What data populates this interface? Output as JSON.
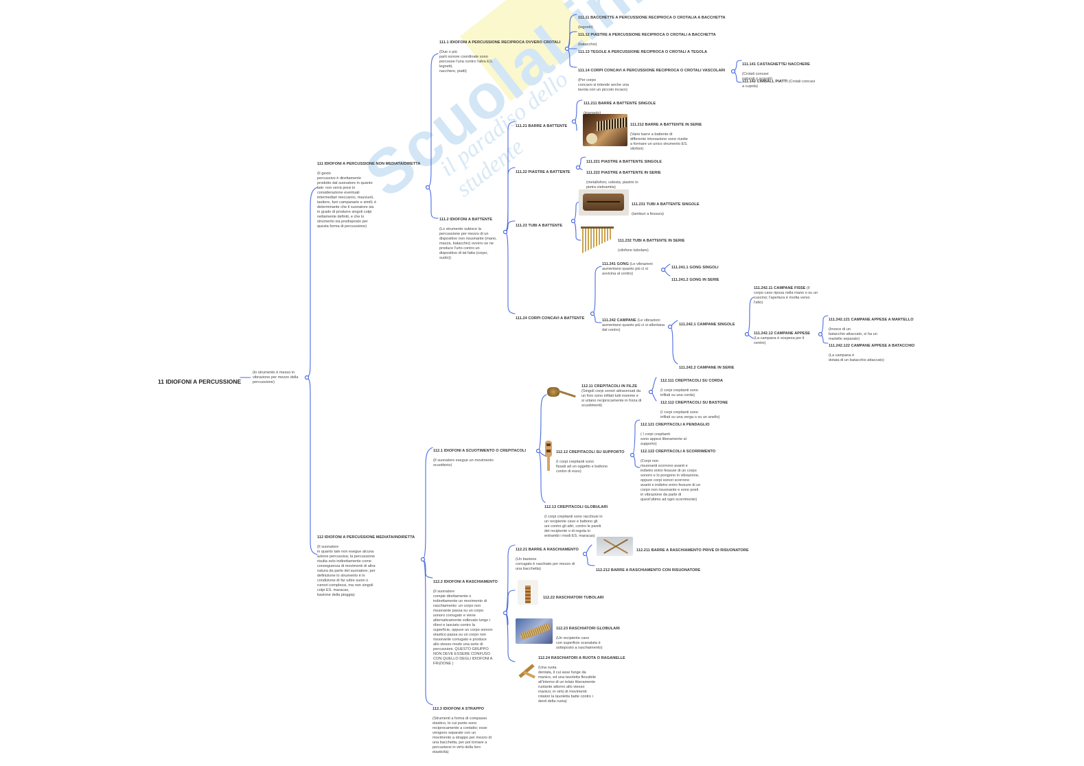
{
  "watermark": {
    "brand": "ScuolaLink.net",
    "tagline": "il paradiso dello studente"
  },
  "colors": {
    "link": "#4a6ae0",
    "text": "#222222",
    "watermark_blue": "#cfe2f4",
    "watermark_yellow": "#fbf7c9"
  },
  "root": {
    "title": "11 IDIOFONI A PERCUSSIONE",
    "note": "(lo strumento è messo in vibrazione per mezzo della percussione)"
  },
  "nodes": {
    "n111": {
      "title": "111 IDIOFONI A PERCUSSIONE NON MEDIATA/DIRETTA",
      "desc": "(Il gesto\npercussivo è direttamente\nprodotto dal suonatore in quanto\ntale: non verrà presi in\nconsiderazione eventuali\nintermediari meccanici, mazzuoli,\ntastiere, funi campanarie e simili; è\ndeterminante che il suonatore sia\nin grado di produrre singoli colpi\nnettamente definiti, e che lo\nstrumento sia predisposto per\nquesta forma di percussione)"
    },
    "n1111": {
      "title": "111.1 IDIOFONI A PERCUSSIONE RECIPROCA OVVERO CROTALI",
      "desc": "(Due o più\nparti sonore coordinate sono\npercosse l'una contro l'altra ES.\nlegnetti,\nnacchere, piatti)"
    },
    "n11111": {
      "title": "111.11 BACCHETTE A PERCUSSIONE RECIPROCA O CROTALIA A BACCHETTA",
      "desc": "(legnetti)"
    },
    "n11112": {
      "title": "111.12 PIASTRE A PERCUSSIONE RECIPROCA O CROTALI A BACCHETTA",
      "desc": "(batacchio)"
    },
    "n11113": {
      "title": "111.13 TEGOLE A PERCUSSIONE RECIPROCA O CROTALI A TEGOLA",
      "desc": ""
    },
    "n11114": {
      "title": "111.14 CORPI CONCAVI A PERCUSSIONE RECIPROCA O CROTALI VASCOLARI",
      "desc": "(Per corpo\nconcavo si intende anche una\ntavola con un piccolo incavo)"
    },
    "n111141": {
      "title": "111.141 CASTAGNETTE/ NACCHERE",
      "desc": "(Crotali concavi\nnaturali o scavati)"
    },
    "n111142": {
      "title": "111.142 CIMBALI, PIATTI",
      "desc": "(Crotali\nconcavi a cupola)"
    },
    "n1112": {
      "title": "111.2 IDIOFONI A BATTENTE",
      "desc": "(Lo strumento subisce la\npercussione per mezzo di un\ndispositivo non risuonante (mano,\nmazza, batacchio) ovvero se ne\nproduce l'urto contro un\ndispositivo di tal fatta (corpo,\nsuolo))"
    },
    "n11121": {
      "title": "111.21 BARRE A BATTENTE",
      "desc": ""
    },
    "n111211": {
      "title": "111.211 BARRE A BATTENTE SINGOLE",
      "desc": "(triangolo)"
    },
    "n111212": {
      "title": "111.212 BARRE A BATTENTE IN SERIE",
      "desc": "(Varie barre a battente di\ndifferente intonazione sono riunite\na formare un unico strumento ES.\nxilofoni)"
    },
    "n11122": {
      "title": "111.22 PIASTRE A BATTENTE",
      "desc": ""
    },
    "n111221": {
      "title": "111.221 PIASTRE A BATTENTE SINGOLE",
      "desc": ""
    },
    "n111222": {
      "title": "111.222 PIASTRE A BATTENTE IN SERIE",
      "desc": "(metallofoni, celesta, piastre in\npietra vietnamita)"
    },
    "n11123": {
      "title": "111.23 TUBI A BATTENTE",
      "desc": ""
    },
    "n111231": {
      "title": "111.231 TUBI A BATTENTE SINGOLE",
      "desc": "(tamburi a fessura)"
    },
    "n111232": {
      "title": "111.232 TUBI A BATTENTE IN SERIE",
      "desc": "(xilofono tubolare)"
    },
    "n11124": {
      "title": "111.24 CORPI CONCAVI A BATTENTE",
      "desc": ""
    },
    "n111241": {
      "title": "111.241 GONG",
      "desc": " (Le vibrazioni\naumentano quanto più ci si\navvicina al centro)"
    },
    "n1112411": {
      "title": "111.241.1 GONG SINGOLI",
      "desc": ""
    },
    "n1112412": {
      "title": "111.241.2 GONG IN SERIE",
      "desc": ""
    },
    "n111242": {
      "title": "111.242 CAMPANE",
      "desc": " (Le vibrazioni\naumentano quanto più ci si\nallontana dal centro)"
    },
    "n1112421": {
      "title": "111.242.1 CAMPANE SINGOLE",
      "desc": ""
    },
    "n11124211": {
      "title": "111.242.11 CAMPANE FISSE",
      "desc": " (Il\ncorpo cavo riposa nella mano o su\nun cuscino; l'apertura è rivolta\nverso l'alto)"
    },
    "n11124212": {
      "title": "111.242.12 CAMPANE APPESE",
      "desc": "\n(La campana è sospesa per il\ncentro)"
    },
    "n111242121": {
      "title": "111.242.121 CAMPANE APPESE A MARTELLO",
      "desc": "(Invece di un\nbatacchio attaccato, si ha un\nmartello separato)"
    },
    "n111242122": {
      "title": "111.242.122 CAMPANE APPESE A BATACCHIO",
      "desc": "(La campana è\ndotata di un batacchio attaccato)"
    },
    "n1112422": {
      "title": "111.242.2 CAMPANE IN SERIE",
      "desc": ""
    },
    "n112": {
      "title": "112 IDIOFONI A PERCUSSIONE MEDIATA/INDIRETTA",
      "desc": "(Il suonatore\nin quanto tale non esegue alcuna\nazione percussiva; la percussione\nrisulta solo indirettamente come\nconseguenza di movimenti di altra\nnatura da parte del suonatore; per\ndefinizione lo strumento è in\ncondizione di far udire suoni o\nrumori complessi, ma non singoli\ncolpi ES. maracas,\nbastone della pioggia)"
    },
    "n1121": {
      "title": "112.1 IDIOFONI A SCUOTIMENTO O CREPITACOLI",
      "desc": "(Il suonatore esegue un movimento\nscuotitorio)"
    },
    "n11211": {
      "title": "112.11 CREPITACOLI IN FILZE",
      "desc": "\n(Singoli corpi sonori attraversati da\nun foro sono infilati tutti insieme e\nsi urtano reciprocamente in forza di\nscuotimenti)"
    },
    "n112111": {
      "title": "112.111 CREPITACOLI SU CORDA",
      "desc": "(I corpi crepitanti sono\ninfilati su una corda)"
    },
    "n112112": {
      "title": "112.112 CREPITACOLI SU BASTONE",
      "desc": "(I corpi crepitanti sono\ninfilati su una verga o su un anello)"
    },
    "n11212": {
      "title": "112.12 CREPITACOLI SU SUPPORTO",
      "desc": "(I corpi crepitanti sono\nfissati ad un oggetto e battono\ncontro di esso)"
    },
    "n112121": {
      "title": "112.121 CREPITACOLI A PENDAGLIO",
      "desc": "( I corpi crepitanti\nsono appesi liberamente al\nsupporto)"
    },
    "n112122": {
      "title": "112.122 CREPITACOLI A SCORRIMENTO",
      "desc": "(Corpi non\nrisuonanti scorrono avanti e\nindietro entro fessure di un corpo\nsonoro e lo pongono in vibrazione,\noppure corpi sonori scorrono\navanti e indietro entro fessure di un\ncorpo non risuonante e sono posti\nin vibrazione da parte di\nquest'ultimo ad ogni scorrimento)"
    },
    "n11213": {
      "title": "112.13 CREPITACOLI GLOBULARI",
      "desc": "(I corpi crepitanti sono racchiusi in\nun recipiente cavo e battono gli\nuni contro gli altri, contro le pareti\ndel recipiente o di regola in\nentrambi i modi ES. maracas)"
    },
    "n1122": {
      "title": "112.2 IDIOFONI A RASCHIAMENTO",
      "desc": "(Il suonatore\ncompie direttamente o\nindirettamente un movimento di\nraschiamento: un corpo non\nrisuonante passa su un corpo\nsonoro corrugato e viene\nalternativamente sollevato lungo i\nrilievi e lasciato contro la\nsuperficie, oppure un corpo sonoro\nelastico passa su un corpo non\nrisuonante corrugato e produce\nallo stesso modo una serie di\npercussioni. QUESTO GRUPPO\nNON DEVE ESSERE CONFUSO\nCON QUELLO DEGLI IDIOFONI A\nFRIZIONE )"
    },
    "n11221": {
      "title": "112.21 BARRE A RASCHIAMENTO",
      "desc": "(Un bastone\ncorrugato è raschiato per mezzo di\nuna bacchetta)"
    },
    "n112211": {
      "title": "112.211 BARRE A RASCHIAMENTO PRIVE DI RISUONATORE",
      "desc": ""
    },
    "n112212": {
      "title": "112.212 BARRE A RASCHIAMENTO CON RISUONATORE",
      "desc": ""
    },
    "n11222": {
      "title": "112.22 RASCHIATORI TUBOLARI",
      "desc": ""
    },
    "n11223": {
      "title": "112.23 RASCHIATORI GLOBULARI",
      "desc": "(Un recipiente cavo\ncon superficie scanalata è\nsottoposto a raschiamento)"
    },
    "n11224": {
      "title": "112.24 RASCHIATORI A RUOTA O RAGANELLE",
      "desc": "(Una ruota\ndentata, il cui asse funge da\nmanico, ed una tavoletta flessibile\nall'interno di un telaio liberamente\nruotante attorno allo stesso\nmanico; in virtù di movimenti\nrotatori la tavoletta batte contro i\ndenti della ruota)"
    },
    "n1123": {
      "title": "112.3 IDIOFONI A STRAPPO",
      "desc": "(Strumenti a forma di compasso\nelastico, le cui punte sono\nreciprocamente a contatto; esse\nvengono separate con un\nmovimento a strappo per mezzo di\nuna bacchetta, per poi tornare a\npercuotersi in virtù della loro\nelasticità)"
    }
  },
  "images": {
    "xylophone": "xylophone-photo",
    "slit_drum": "slit-drum-photo",
    "tubular_bells": "tubular-bells-photo",
    "rattle_string": "string-rattle-photo",
    "rattle_support": "support-rattle-photo",
    "scraper_bar": "scraper-bar-photo",
    "scraper_tube": "tubular-scraper-photo",
    "guiro": "guiro-photo",
    "ratchet": "ratchet-photo"
  }
}
